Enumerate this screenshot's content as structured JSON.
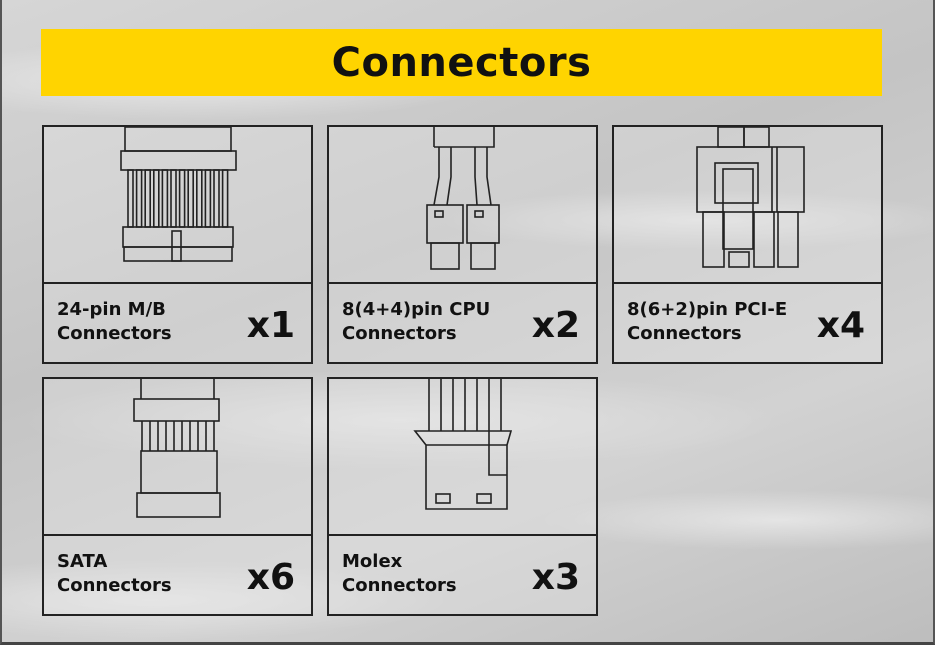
{
  "title": "Connectors",
  "cards": [
    {
      "line1": "24-pin M/B",
      "line2": "Connectors",
      "count": "x1",
      "icon": "atx-24pin-connector-icon"
    },
    {
      "line1": "8(4+4)pin CPU",
      "line2": "Connectors",
      "count": "x2",
      "icon": "cpu-8pin-connector-icon"
    },
    {
      "line1": "8(6+2)pin PCI-E",
      "line2": "Connectors",
      "count": "x4",
      "icon": "pcie-8pin-connector-icon"
    },
    {
      "line1": "SATA",
      "line2": "Connectors",
      "count": "x6",
      "icon": "sata-connector-icon"
    },
    {
      "line1": "Molex",
      "line2": "Connectors",
      "count": "x3",
      "icon": "molex-connector-icon"
    }
  ]
}
